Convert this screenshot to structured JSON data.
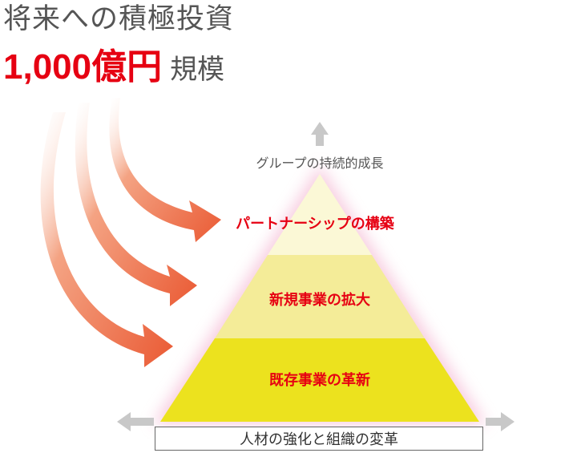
{
  "headline": {
    "line1": "将来への積極投資",
    "amount": "1,000億円",
    "scale": "規模"
  },
  "pyramid": {
    "top_label": "グループの持続的成長",
    "levels": [
      {
        "label": "パートナーシップの構築",
        "color": "#fbf8d6"
      },
      {
        "label": "新規事業の拡大",
        "color": "#f4ec98"
      },
      {
        "label": "既存事業の革新",
        "color": "#ece21e"
      }
    ],
    "base_label": "人材の強化と組織の変革"
  },
  "colors": {
    "accent": "#e60012",
    "arrow": "#ee6e47",
    "grey_arrow": "#cccccc",
    "text": "#555555"
  }
}
